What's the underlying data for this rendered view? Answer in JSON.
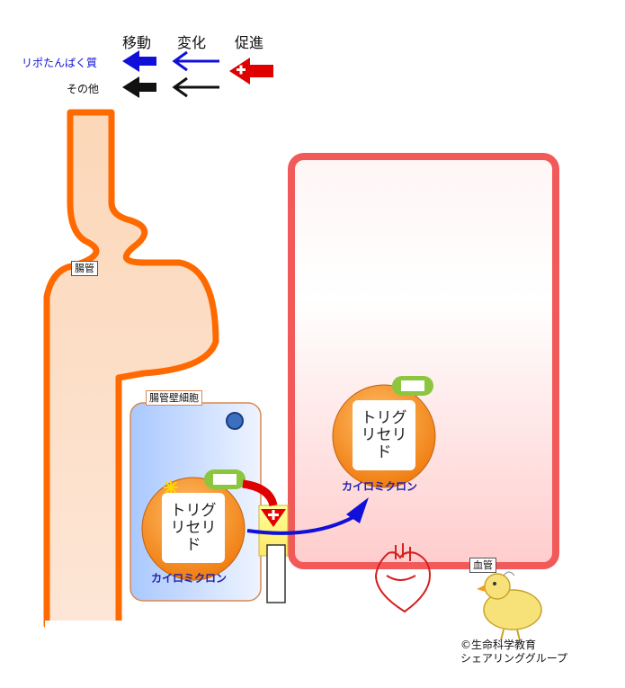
{
  "legend": {
    "headers": {
      "move": "移動",
      "change": "変化",
      "promote": "促進"
    },
    "rows": [
      {
        "label": "リポたんぱく質",
        "color": "#1010d8"
      },
      {
        "label": "その他",
        "color": "#111111"
      }
    ],
    "promote_color": "#e00000"
  },
  "labels": {
    "intestine": "腸管",
    "cell": "腸管壁細胞",
    "vessel": "血管"
  },
  "chylomicron_cell": {
    "core": "トリグ\nリセリ\nド",
    "name": "カイロミクロン"
  },
  "chylomicron_vessel": {
    "core": "トリグ\nリセリ\nド",
    "name": "カイロミクロン"
  },
  "credit": {
    "line1": "©生命科学教育",
    "line2": "シェアリンググループ"
  },
  "colors": {
    "intestine_stroke": "#ff6a00",
    "vessel_stroke": "#f25a5a",
    "cell_fill": "#c6dcff",
    "chylo_orange": "#f7931e",
    "apo_green": "#8cc63f"
  }
}
